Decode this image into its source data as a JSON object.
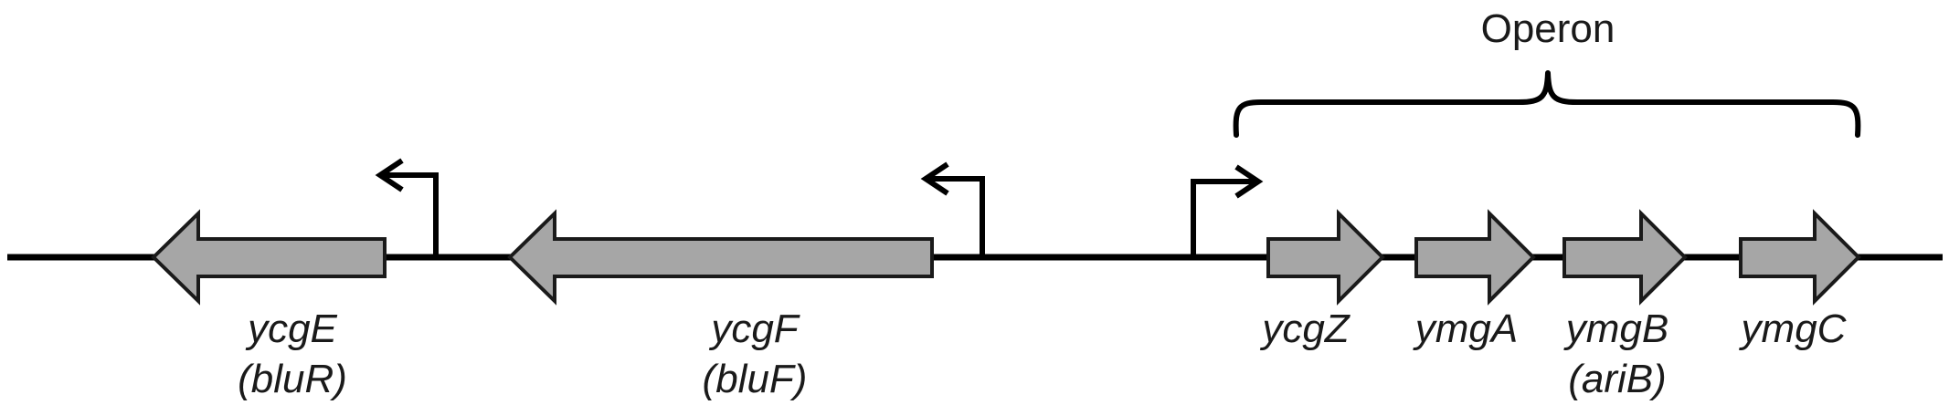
{
  "operon_label": "Operon",
  "colors": {
    "gene_fill": "#a6a6a6",
    "line": "#000000",
    "text": "#1a1a1a"
  },
  "genes": [
    {
      "name": "ycgE",
      "alias": "(bluR)",
      "direction": "left"
    },
    {
      "name": "ycgF",
      "alias": "(bluF)",
      "direction": "left"
    },
    {
      "name": "ycgZ",
      "alias": "",
      "direction": "right"
    },
    {
      "name": "ymgA",
      "alias": "",
      "direction": "right"
    },
    {
      "name": "ymgB",
      "alias": "(ariB)",
      "direction": "right"
    },
    {
      "name": "ymgC",
      "alias": "",
      "direction": "right"
    }
  ]
}
